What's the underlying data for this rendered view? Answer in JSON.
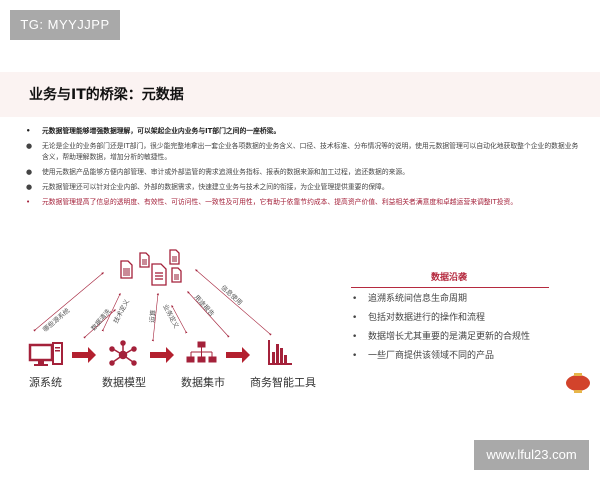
{
  "watermarks": {
    "top": "TG: MYYJJPP",
    "bottom": "www.lful23.com"
  },
  "header": {
    "title": "业务与IT的桥梁：元数据"
  },
  "bullets": [
    {
      "style": "bold",
      "text": "元数据管理能够增强数据理解，可以架起企业内业务与IT部门之间的一座桥梁。"
    },
    {
      "style": "normal",
      "text": "无论是企业的业务部门还是IT部门，很少能完整地拿出一套企业各项数据的业务含义、口径、技术标准、分布情况等的说明，使用元数据管理可以自动化地获取整个企业的数据业务含义，帮助理解数据，增加分析的敏捷性。"
    },
    {
      "style": "normal",
      "text": "使用元数据产品能够方便内部管理、审计或外部监管的需求追溯业务指标、报表的数据来源和加工过程，追还数据的来源。"
    },
    {
      "style": "normal",
      "text": "元数据管理还可以针对企业内部、外部的数据需求，快速建立业务与技术之间的衔接，为企业管理提供重要的保障。"
    },
    {
      "style": "red",
      "text": "元数据管理提高了信息的透明度、有效性、可访问性、一致性及可用性，它有助于依靠节约成本、提高资产价值、利益相关者满意度和卓越运营来调整IT投资。"
    }
  ],
  "diagram": {
    "nodes": [
      {
        "label": "源系统",
        "icon": "computer-icon"
      },
      {
        "label": "数据模型",
        "icon": "network-icon"
      },
      {
        "label": "数据集市",
        "icon": "hierarchy-icon"
      },
      {
        "label": "商务智能工具",
        "icon": "bar-chart-icon"
      }
    ],
    "arrow_labels": [
      "哪些源系统",
      "数据清洗",
      "技术定义",
      "运算",
      "业务定义",
      "用途报告",
      "信息使用"
    ],
    "colors": {
      "primary": "#a4213a"
    }
  },
  "lineage": {
    "title": "数据沿袭",
    "items": [
      "追溯系统间信息生命周期",
      "包括对数据进行的操作和流程",
      "数据增长尤其重要的是满足更新的合规性",
      "一些厂商提供该领域不同的产品"
    ]
  }
}
